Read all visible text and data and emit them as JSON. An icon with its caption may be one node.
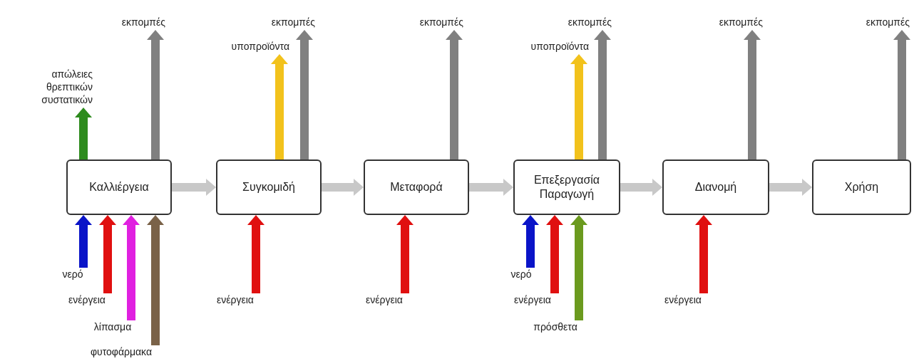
{
  "diagram": {
    "nodes": [
      {
        "text": [
          "Καλλιέργεια"
        ]
      },
      {
        "text": [
          "Συγκομιδή"
        ]
      },
      {
        "text": [
          "Μεταφορά"
        ]
      },
      {
        "text": [
          "Επεξεργασία Παραγωγή"
        ]
      },
      {
        "text": [
          "Διανομή"
        ]
      },
      {
        "text": [
          "Χρήση"
        ]
      },
      {
        "text": [
          "εκπομπές"
        ]
      },
      {
        "text": [
          "απώλειες θρεπτικών συστατικών"
        ]
      },
      {
        "text": [
          "εκπομπές"
        ]
      },
      {
        "text": [
          "υποπροϊόντα"
        ]
      },
      {
        "text": [
          "εκπομπές"
        ]
      },
      {
        "text": [
          "εκπομπές"
        ]
      },
      {
        "text": [
          "υποπροϊόντα"
        ]
      },
      {
        "text": [
          "εκπομπές"
        ]
      },
      {
        "text": [
          "εκπομπές"
        ]
      },
      {
        "text": [
          "νερό"
        ]
      },
      {
        "text": [
          "ενέργεια"
        ]
      },
      {
        "text": [
          "λίπασμα"
        ]
      },
      {
        "text": [
          "φυτοφάρμακα"
        ]
      },
      {
        "text": [
          "ενέργεια"
        ]
      },
      {
        "text": [
          "ενέργεια"
        ]
      },
      {
        "text": [
          "νερό"
        ]
      },
      {
        "text": [
          "ενέργεια"
        ]
      },
      {
        "text": [
          "πρόσθετα"
        ]
      },
      {
        "text": [
          "ενέργεια"
        ]
      }
    ],
    "edges": [
      {
        "from": 0,
        "to": 1,
        "arrow": "to"
      },
      {
        "from": 1,
        "to": 2,
        "arrow": "to"
      },
      {
        "from": 2,
        "to": 3,
        "arrow": "to"
      },
      {
        "from": 3,
        "to": 4,
        "arrow": "to"
      },
      {
        "from": 4,
        "to": 5,
        "arrow": "to"
      },
      {
        "from": 0,
        "to": 6,
        "arrow": "to",
        "color": "#808080"
      },
      {
        "from": 0,
        "to": 7,
        "arrow": "to",
        "color": "#2e8b1e"
      },
      {
        "from": 1,
        "to": 9,
        "arrow": "to",
        "color": "#f2c21c"
      },
      {
        "from": 1,
        "to": 8,
        "arrow": "to",
        "color": "#808080"
      },
      {
        "from": 2,
        "to": 10,
        "arrow": "to",
        "color": "#808080"
      },
      {
        "from": 3,
        "to": 12,
        "arrow": "to",
        "color": "#f2c21c"
      },
      {
        "from": 3,
        "to": 11,
        "arrow": "to",
        "color": "#808080"
      },
      {
        "from": 4,
        "to": 13,
        "arrow": "to",
        "color": "#808080"
      },
      {
        "from": 5,
        "to": 14,
        "arrow": "to",
        "color": "#808080"
      },
      {
        "from": 15,
        "to": 0,
        "arrow": "to",
        "color": "#0a14c8"
      },
      {
        "from": 16,
        "to": 0,
        "arrow": "to",
        "color": "#e01010"
      },
      {
        "from": 17,
        "to": 0,
        "arrow": "to",
        "color": "#e020e0"
      },
      {
        "from": 18,
        "to": 0,
        "arrow": "to",
        "color": "#7a6248"
      },
      {
        "from": 19,
        "to": 1,
        "arrow": "to",
        "color": "#e01010"
      },
      {
        "from": 20,
        "to": 2,
        "arrow": "to",
        "color": "#e01010"
      },
      {
        "from": 21,
        "to": 3,
        "arrow": "to",
        "color": "#0a14c8"
      },
      {
        "from": 22,
        "to": 3,
        "arrow": "to",
        "color": "#e01010"
      },
      {
        "from": 23,
        "to": 3,
        "arrow": "to",
        "color": "#6b9a1e"
      },
      {
        "from": 24,
        "to": 4,
        "arrow": "to",
        "color": "#e01010"
      }
    ]
  }
}
